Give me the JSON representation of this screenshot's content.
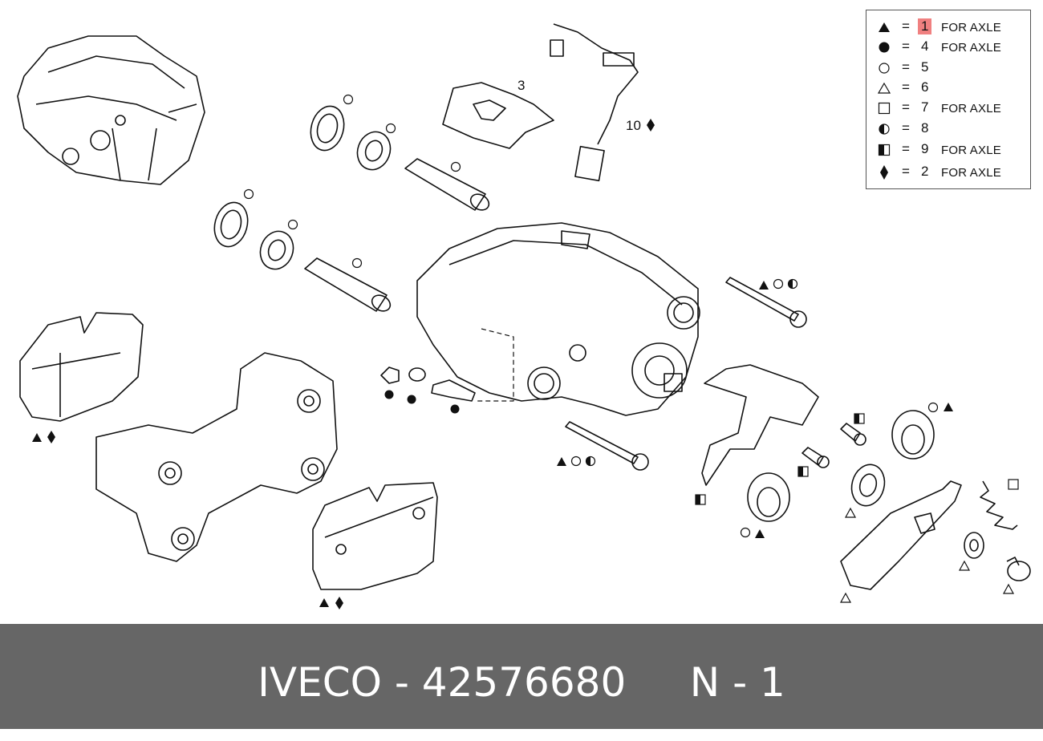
{
  "legend": {
    "rows": [
      {
        "symbol": "filled-triangle",
        "eq": "=",
        "num": "1",
        "axle": "FOR AXLE",
        "highlight": true
      },
      {
        "symbol": "filled-circle",
        "eq": "=",
        "num": "4",
        "axle": "FOR AXLE",
        "highlight": false
      },
      {
        "symbol": "open-circle",
        "eq": "=",
        "num": "5",
        "axle": "",
        "highlight": false
      },
      {
        "symbol": "open-triangle",
        "eq": "=",
        "num": "6",
        "axle": "",
        "highlight": false
      },
      {
        "symbol": "open-square",
        "eq": "=",
        "num": "7",
        "axle": "FOR AXLE",
        "highlight": false
      },
      {
        "symbol": "half-circle",
        "eq": "=",
        "num": "8",
        "axle": "",
        "highlight": false
      },
      {
        "symbol": "half-square",
        "eq": "=",
        "num": "9",
        "axle": "FOR AXLE",
        "highlight": false
      },
      {
        "symbol": "filled-diamond",
        "eq": "=",
        "num": "2",
        "axle": "FOR AXLE",
        "highlight": false
      }
    ]
  },
  "callouts": {
    "bracket_plate": "3",
    "wear_sensor": "10"
  },
  "footer": {
    "text": "IVECO - 42576680     N - 1"
  },
  "colors": {
    "footer_bg": "#666666",
    "highlight": "#f08080",
    "line": "#111111"
  }
}
